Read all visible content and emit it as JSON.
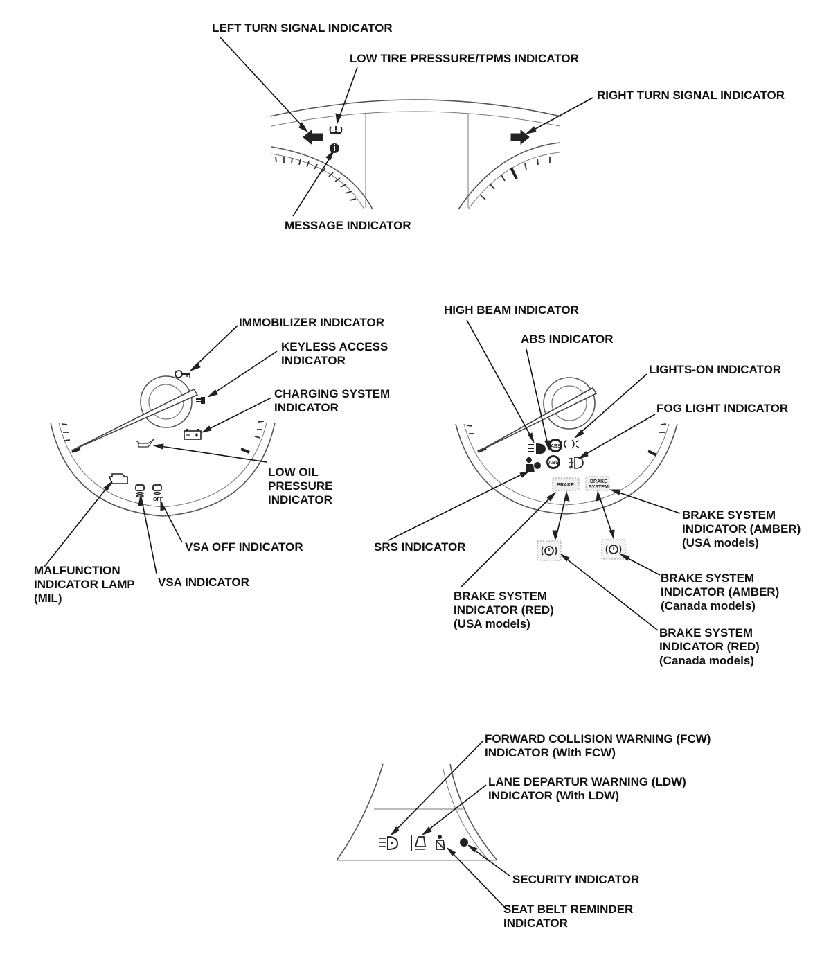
{
  "labels": {
    "left_turn": "LEFT TURN SIGNAL INDICATOR",
    "tpms": "LOW TIRE PRESSURE/TPMS INDICATOR",
    "right_turn": "RIGHT TURN SIGNAL INDICATOR",
    "message": "MESSAGE INDICATOR",
    "immobilizer": "IMMOBILIZER INDICATOR",
    "keyless": [
      "KEYLESS ACCESS",
      "INDICATOR"
    ],
    "charging": [
      "CHARGING SYSTEM",
      "INDICATOR"
    ],
    "oil": [
      "LOW OIL",
      "PRESSURE",
      "INDICATOR"
    ],
    "vsa_off": "VSA OFF INDICATOR",
    "mil": [
      "MALFUNCTION",
      "INDICATOR LAMP",
      "(MIL)"
    ],
    "vsa": "VSA INDICATOR",
    "high_beam": "HIGH BEAM INDICATOR",
    "abs": "ABS INDICATOR",
    "lights_on": "LIGHTS-ON INDICATOR",
    "fog": "FOG LIGHT INDICATOR",
    "srs": "SRS INDICATOR",
    "brake_amber_usa": [
      "BRAKE SYSTEM",
      "INDICATOR (AMBER)",
      "(USA models)"
    ],
    "brake_amber_canada": [
      "BRAKE SYSTEM",
      "INDICATOR (AMBER)",
      "(Canada models)"
    ],
    "brake_red_usa": [
      "BRAKE SYSTEM",
      "INDICATOR (RED)",
      "(USA models)"
    ],
    "brake_red_canada": [
      "BRAKE SYSTEM",
      "INDICATOR (RED)",
      "(Canada models)"
    ],
    "fcw": [
      "FORWARD COLLISION WARNING (FCW)",
      "INDICATOR (With FCW)"
    ],
    "ldw": [
      "LANE DEPARTUR WARNING (LDW)",
      "INDICATOR (With LDW)"
    ],
    "security": "SECURITY INDICATOR",
    "seat_belt": [
      "SEAT BELT REMINDER",
      "INDICATOR"
    ]
  },
  "icon_text": {
    "brake_red_usa": "BRAKE",
    "brake_amber_usa": [
      "BRAKE",
      "SYSTEM"
    ],
    "abs": "ABS"
  }
}
